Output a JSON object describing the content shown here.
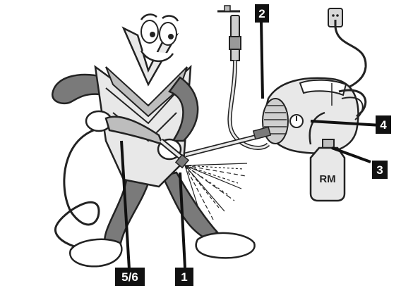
{
  "callouts": {
    "c1": "1",
    "c2": "2",
    "c3": "3",
    "c4": "4",
    "c56": "5/6"
  },
  "bottle_label": "RM",
  "colors": {
    "ink": "#222222",
    "fill_light": "#e8e8e8",
    "fill_mid": "#bdbdbd",
    "fill_dark": "#7a7a7a",
    "callout_bg": "#111111"
  }
}
